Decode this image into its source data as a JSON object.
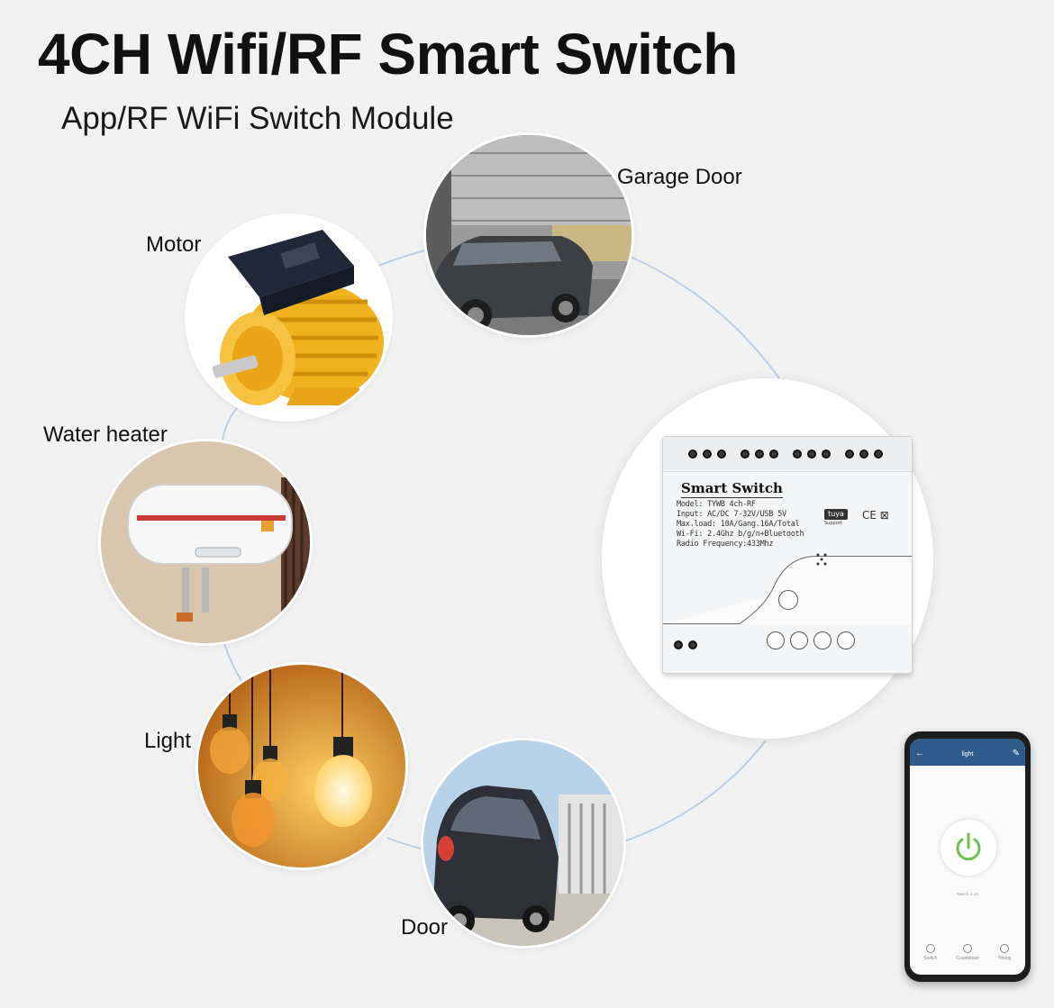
{
  "header": {
    "title": "4CH Wifi/RF Smart Switch",
    "subtitle": "App/RF WiFi Switch Module"
  },
  "applications": [
    {
      "label": "Garage Door",
      "icon": "garage-door-icon"
    },
    {
      "label": "Motor",
      "icon": "motor-icon"
    },
    {
      "label": "Water heater",
      "icon": "water-heater-icon"
    },
    {
      "label": "Light",
      "icon": "light-bulb-icon"
    },
    {
      "label": "Door",
      "icon": "door-gate-icon"
    }
  ],
  "module": {
    "name": "Smart  Switch",
    "specs": [
      "Model: TYWB 4ch-RF",
      "Input: AC/DC 7-32V/USB 5V",
      "Max.load: 10A/Gang.16A/Total",
      "Wi-Fi: 2.4Ghz b/g/n+Bluetooth",
      "Radio Frequency:433Mhz"
    ],
    "badge": "tuya",
    "badge_sub": "Support",
    "cert": "CE ⊠"
  },
  "phone": {
    "title": "light",
    "status": "Switch is on",
    "tabs": [
      "Switch",
      "Countdown",
      "Timing"
    ]
  },
  "colors": {
    "connector": "#b9cdeb",
    "accent_green": "#6cc24a",
    "app_bar": "#2f5b8a"
  }
}
